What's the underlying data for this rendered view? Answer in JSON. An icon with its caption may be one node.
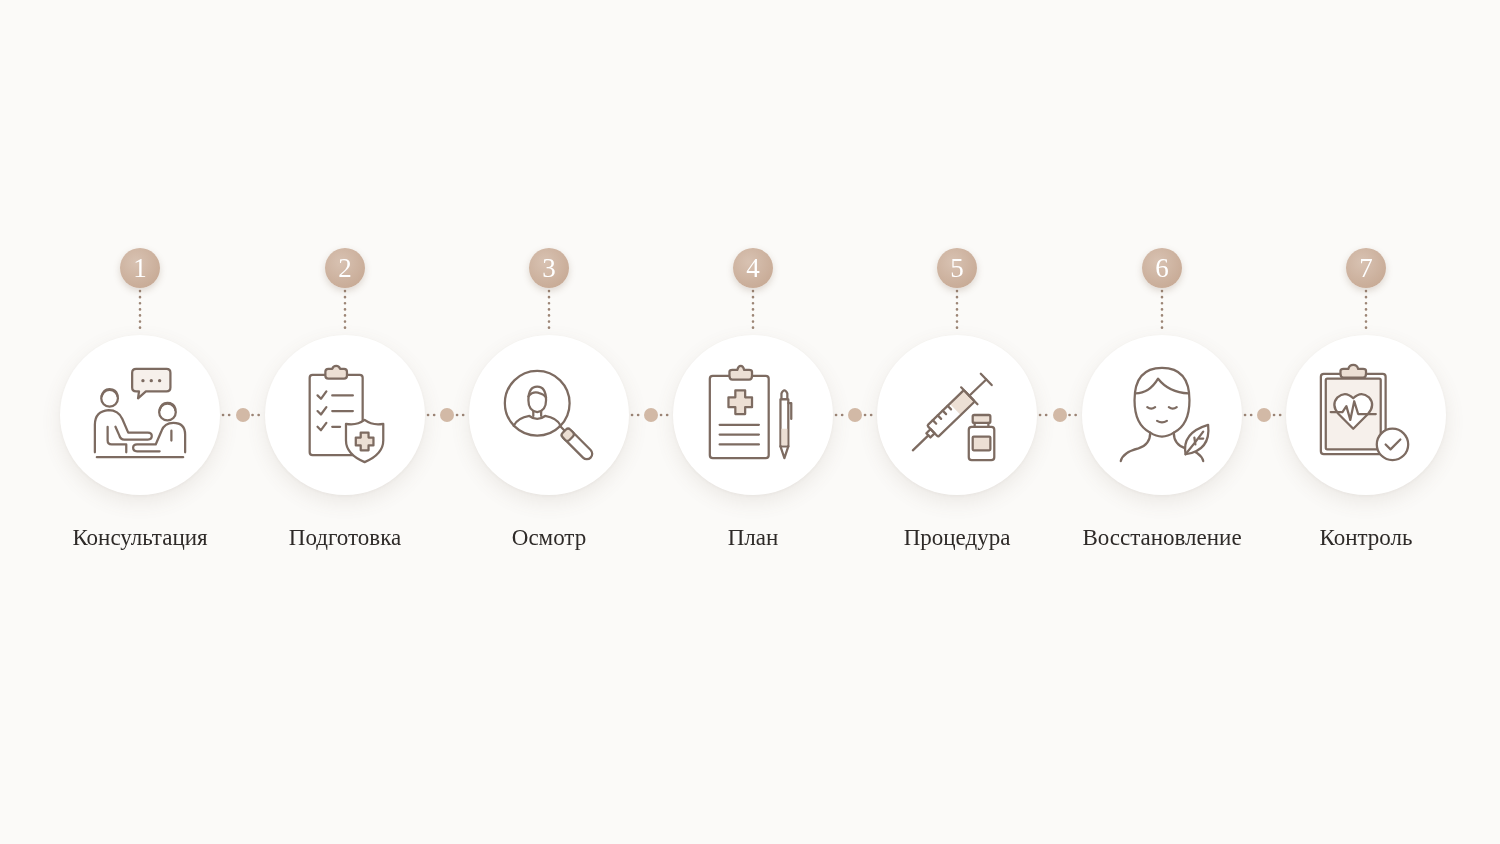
{
  "diagram": {
    "nodes": [
      {
        "text": [
          "1"
        ]
      },
      {
        "text": [
          "Консультация"
        ]
      },
      {
        "text": [],
        "shape": "circle"
      },
      {
        "text": [
          "2"
        ]
      },
      {
        "text": [
          "Подготовка"
        ]
      },
      {
        "text": [],
        "shape": "circle"
      },
      {
        "text": [
          "3"
        ]
      },
      {
        "text": [
          "Осмотр"
        ]
      },
      {
        "text": [],
        "shape": "circle"
      },
      {
        "text": [
          "4"
        ]
      },
      {
        "text": [
          "План"
        ]
      },
      {
        "text": [],
        "shape": "circle"
      },
      {
        "text": [
          "5"
        ]
      },
      {
        "text": [
          "Процедура"
        ]
      },
      {
        "text": [],
        "shape": "circle"
      },
      {
        "text": [
          "6"
        ]
      },
      {
        "text": [
          "Восстановление"
        ]
      },
      {
        "text": [],
        "shape": "circle"
      },
      {
        "text": [
          "7"
        ]
      },
      {
        "text": [
          "Контроль"
        ]
      }
    ],
    "edges": [
      {
        "from": 0,
        "to": 1,
        "arrow": "none",
        "style": "dashed"
      },
      {
        "from": 3,
        "to": 4,
        "arrow": "none",
        "style": "dashed"
      },
      {
        "from": 6,
        "to": 7,
        "arrow": "none",
        "style": "dashed"
      },
      {
        "from": 9,
        "to": 10,
        "arrow": "none",
        "style": "dashed"
      },
      {
        "from": 12,
        "to": 13,
        "arrow": "none",
        "style": "dashed"
      },
      {
        "from": 15,
        "to": 16,
        "arrow": "none",
        "style": "dashed"
      },
      {
        "from": 18,
        "to": 19,
        "arrow": "none",
        "style": "dashed"
      },
      {
        "from": 1,
        "to": 2,
        "arrow": "none",
        "style": "dashed"
      },
      {
        "from": 2,
        "to": 4,
        "arrow": "none",
        "style": "dashed"
      },
      {
        "from": 4,
        "to": 5,
        "arrow": "none",
        "style": "dashed"
      },
      {
        "from": 5,
        "to": 7,
        "arrow": "none",
        "style": "dashed"
      },
      {
        "from": 7,
        "to": 8,
        "arrow": "none",
        "style": "dashed"
      },
      {
        "from": 8,
        "to": 10,
        "arrow": "none",
        "style": "dashed"
      },
      {
        "from": 10,
        "to": 11,
        "arrow": "none",
        "style": "dashed"
      },
      {
        "from": 11,
        "to": 13,
        "arrow": "none",
        "style": "dashed"
      },
      {
        "from": 13,
        "to": 14,
        "arrow": "none",
        "style": "dashed"
      },
      {
        "from": 14,
        "to": 16,
        "arrow": "none",
        "style": "dashed"
      },
      {
        "from": 16,
        "to": 17,
        "arrow": "none",
        "style": "dashed"
      },
      {
        "from": 17,
        "to": 19,
        "arrow": "none",
        "style": "dashed"
      }
    ]
  }
}
